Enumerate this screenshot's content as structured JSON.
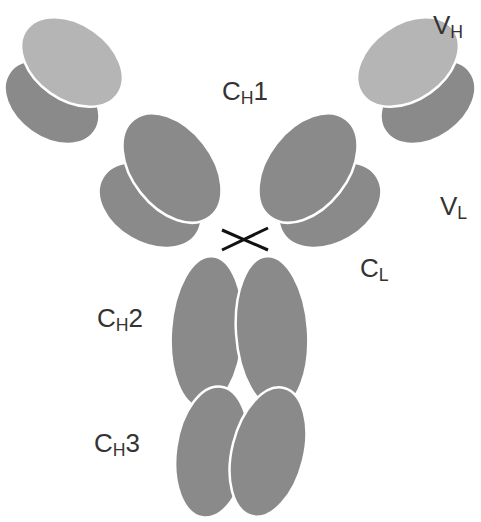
{
  "diagram": {
    "labels": [
      "VH",
      "CH1",
      "VL",
      "CL",
      "CH2",
      "CH3"
    ]
  }
}
